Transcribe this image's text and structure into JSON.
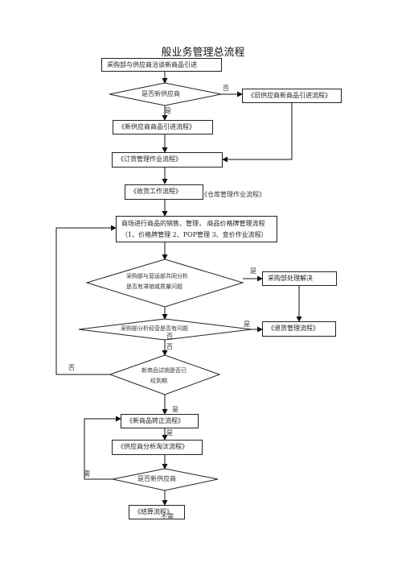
{
  "title": "般业务管理总流程",
  "nodes": {
    "start": "采购部与供应商洽谈新商品引进",
    "is_new_supplier": "是否新供应商",
    "old_supplier_flow": "《旧供应商新商品引进流程》",
    "new_supplier_flow": "《新供应商商品引进流程》",
    "order_flow": "《订货管理作业流程》",
    "receiving_flow": "《收货工作流程》",
    "warehouse_flow": "《仓库管理作业流程》",
    "store_line1": "商场进行商品的销售、管理，   商品价格牌管理流程",
    "store_line2": "（1、价格牌管理   2、POP管理  3、变价作业流程）",
    "check_line1": "采购部与营运部共同分析",
    "check_line2": "是否有滞销或质量问题",
    "purchasing_resolve": "采购部处理解决",
    "analyze_issue": "采购部分析经营是否有问题",
    "return_flow": "《退货管理流程》",
    "trial_line1": "新商品试销是否已",
    "trial_line2": "经到期",
    "correction_flow": "《新商品转正流程》",
    "elimination_flow": "《供应商分析淘汰流程》",
    "is_new_supplier_2": "是否新供应商",
    "settlement_flow": "《结算流程》"
  },
  "labels": {
    "no_1": "否",
    "yes_1": "是",
    "yes_check": "是",
    "yes_analyze": "是",
    "no_analyze_a": "否",
    "no_analyze_b": "否",
    "no_trial": "否",
    "yes_trial": "是",
    "yes_correction": "是",
    "need": "需",
    "no_need": "不需"
  }
}
